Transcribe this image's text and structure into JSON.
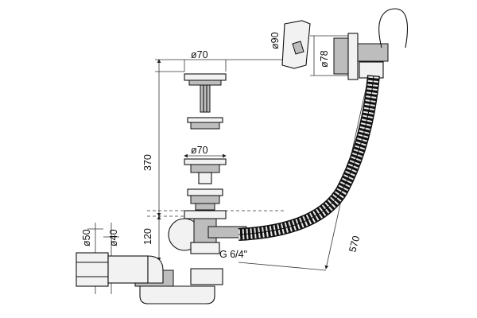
{
  "diagram": {
    "dimensions": {
      "d70_top": "ø70",
      "d70_mid": "ø70",
      "d90": "ø90",
      "d78": "ø78",
      "h370": "370",
      "h120": "120",
      "d50": "ø50",
      "d40": "ø40",
      "thread": "G 6/4\"",
      "l570": "570"
    },
    "colors": {
      "line": "#111111",
      "fill_light": "#f2f2f2",
      "fill_dark": "#bdbdbd"
    }
  }
}
